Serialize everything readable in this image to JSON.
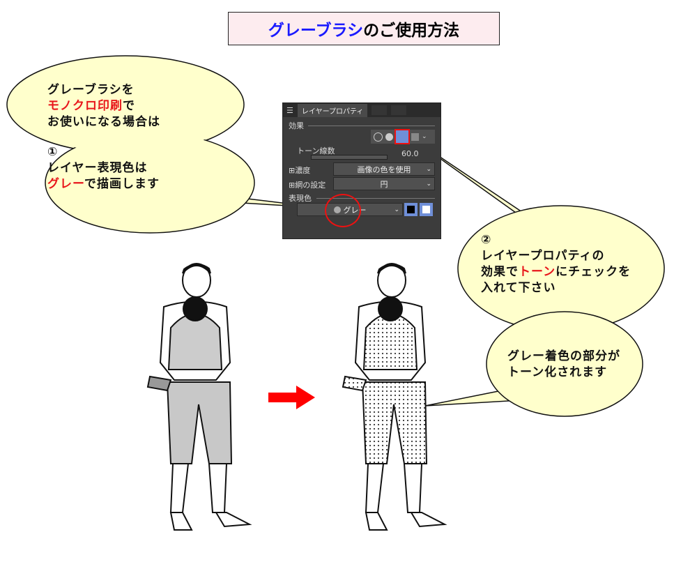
{
  "title": {
    "highlight": "グレーブラシ",
    "rest": "のご使用方法"
  },
  "bubble1": {
    "line1": "グレーブラシを",
    "line2_red": "モノクロ印刷",
    "line2_rest": "で",
    "line3": "お使いになる場合は",
    "step": "①",
    "line4": "レイヤー表現色は",
    "line5_red": "グレー",
    "line5_rest": "で描画します"
  },
  "bubble2": {
    "step": "②",
    "line1": "レイヤープロパティの",
    "line2_pre": "効果で",
    "line2_red": "トーン",
    "line2_rest": "にチェックを",
    "line3": "入れて下さい"
  },
  "bubble3": {
    "line1": "グレー着色の部分が",
    "line2": "トーン化されます"
  },
  "panel": {
    "tab_label": "レイヤープロパティ",
    "effect_label": "効果",
    "tone_lines_label": "トーン線数",
    "tone_lines_value": "60.0",
    "density_label": "濃度",
    "density_value": "画像の色を使用",
    "screen_label": "網の設定",
    "screen_value": "円",
    "expression_label": "表現色",
    "expression_value": "グレー"
  },
  "colors": {
    "bubble": "#ffffcc",
    "highlight_red": "#e8161b",
    "title_blue": "#1a1aff",
    "arrow": "#ff0000",
    "panel_accent": "#6f8fd8"
  }
}
